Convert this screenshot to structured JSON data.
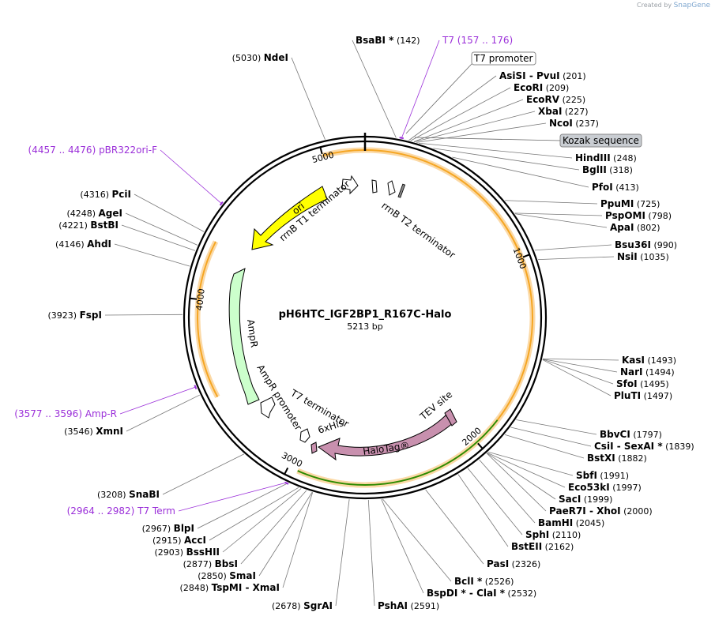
{
  "credit": {
    "prefix": "Created by",
    "brand": "SnapGene"
  },
  "plasmid": {
    "name": "pH6HTC_IGF2BP1_R167C-Halo",
    "length_label": "5213 bp",
    "length": 5213
  },
  "ticks": [
    {
      "label": "1000",
      "pos": 1000
    },
    {
      "label": "2000",
      "pos": 2000
    },
    {
      "label": "3000",
      "pos": 3000
    },
    {
      "label": "4000",
      "pos": 4000
    },
    {
      "label": "5000",
      "pos": 5000
    }
  ],
  "enzymes": [
    {
      "name": "NdeI",
      "pos": "(5030)",
      "bp": 5030
    },
    {
      "name": "BsaBI *",
      "pos": "(142)",
      "bp": 142
    },
    {
      "name": "AsiSI",
      "name2": "PvuI",
      "pos": "(201)",
      "bp": 201
    },
    {
      "name": "EcoRI",
      "pos": "(209)",
      "bp": 209
    },
    {
      "name": "EcoRV",
      "pos": "(225)",
      "bp": 225
    },
    {
      "name": "XbaI",
      "pos": "(227)",
      "bp": 227
    },
    {
      "name": "NcoI",
      "pos": "(237)",
      "bp": 237
    },
    {
      "name": "HindIII",
      "pos": "(248)",
      "bp": 248
    },
    {
      "name": "BglII",
      "pos": "(318)",
      "bp": 318
    },
    {
      "name": "PfoI",
      "pos": "(413)",
      "bp": 413
    },
    {
      "name": "PpuMI",
      "pos": "(725)",
      "bp": 725
    },
    {
      "name": "PspOMI",
      "pos": "(798)",
      "bp": 798
    },
    {
      "name": "ApaI",
      "pos": "(802)",
      "bp": 802
    },
    {
      "name": "Bsu36I",
      "pos": "(990)",
      "bp": 990
    },
    {
      "name": "NsiI",
      "pos": "(1035)",
      "bp": 1035
    },
    {
      "name": "KasI",
      "pos": "(1493)",
      "bp": 1493
    },
    {
      "name": "NarI",
      "pos": "(1494)",
      "bp": 1494
    },
    {
      "name": "SfoI",
      "pos": "(1495)",
      "bp": 1495
    },
    {
      "name": "PluTI",
      "pos": "(1497)",
      "bp": 1497
    },
    {
      "name": "BbvCI",
      "pos": "(1797)",
      "bp": 1797
    },
    {
      "name": "CsiI",
      "name2": "SexAI *",
      "pos": "(1839)",
      "bp": 1839
    },
    {
      "name": "BstXI",
      "pos": "(1882)",
      "bp": 1882
    },
    {
      "name": "SbfI",
      "pos": "(1991)",
      "bp": 1991
    },
    {
      "name": "Eco53kI",
      "pos": "(1997)",
      "bp": 1997
    },
    {
      "name": "SacI",
      "pos": "(1999)",
      "bp": 1999
    },
    {
      "name": "PaeR7I",
      "name2": "XhoI",
      "pos": "(2000)",
      "bp": 2000
    },
    {
      "name": "BamHI",
      "pos": "(2045)",
      "bp": 2045
    },
    {
      "name": "SphI",
      "pos": "(2110)",
      "bp": 2110
    },
    {
      "name": "BstEII",
      "pos": "(2162)",
      "bp": 2162
    },
    {
      "name": "PasI",
      "pos": "(2326)",
      "bp": 2326
    },
    {
      "name": "BclI *",
      "pos": "(2526)",
      "bp": 2526
    },
    {
      "name": "BspDI *",
      "name2": "ClaI *",
      "pos": "(2532)",
      "bp": 2532
    },
    {
      "name": "PshAI",
      "pos": "(2591)",
      "bp": 2591
    },
    {
      "name": "SgrAI",
      "pos": "(2678)",
      "bp": 2678
    },
    {
      "name": "TspMI",
      "name2": "XmaI",
      "pos": "(2848)",
      "bp": 2848
    },
    {
      "name": "SmaI",
      "pos": "(2850)",
      "bp": 2850
    },
    {
      "name": "BbsI",
      "pos": "(2877)",
      "bp": 2877
    },
    {
      "name": "BssHII",
      "pos": "(2903)",
      "bp": 2903
    },
    {
      "name": "AccI",
      "pos": "(2915)",
      "bp": 2915
    },
    {
      "name": "BlpI",
      "pos": "(2967)",
      "bp": 2967
    },
    {
      "name": "SnaBI",
      "pos": "(3208)",
      "bp": 3208
    },
    {
      "name": "XmnI",
      "pos": "(3546)",
      "bp": 3546
    },
    {
      "name": "FspI",
      "pos": "(3923)",
      "bp": 3923
    },
    {
      "name": "AhdI",
      "pos": "(4146)",
      "bp": 4146
    },
    {
      "name": "BstBI",
      "pos": "(4221)",
      "bp": 4221
    },
    {
      "name": "AgeI",
      "pos": "(4248)",
      "bp": 4248
    },
    {
      "name": "PciI",
      "pos": "(4316)",
      "bp": 4316
    }
  ],
  "primers": [
    {
      "name": "T7",
      "range": "(157 .. 176)",
      "start": 157,
      "end": 176
    },
    {
      "name": "pBR322ori-F",
      "range": "(4457 .. 4476)",
      "start": 4457,
      "end": 4476
    },
    {
      "name": "Amp-R",
      "range": "(3577 .. 3596)",
      "start": 3577,
      "end": 3596
    },
    {
      "name": "T7 Term",
      "range": "(2964 .. 2982)",
      "start": 2964,
      "end": 2982
    }
  ],
  "callouts": [
    {
      "label": "T7 promoter",
      "style": "white"
    },
    {
      "label": "Kozak sequence",
      "style": "gray"
    }
  ],
  "features": [
    {
      "label": "ori",
      "color": "#ffff00"
    },
    {
      "label": "rrnB T1 terminator",
      "color": "#ffffff"
    },
    {
      "label": "rrnB T2 terminator",
      "color": "#ffffff"
    },
    {
      "label": "AmpR",
      "color": "#ccffcc"
    },
    {
      "label": "AmpR promoter",
      "color": "#ffffff"
    },
    {
      "label": "T7 terminator",
      "color": "#ffffff"
    },
    {
      "label": "6xHis",
      "color": "#ffffff"
    },
    {
      "label": "HaloTag®",
      "color": "#c890ae"
    },
    {
      "label": "TEV site",
      "color": "#c890ae"
    }
  ],
  "orfs": [
    {
      "start": 5000,
      "end": 350,
      "color": "#f5a623"
    },
    {
      "start": 350,
      "end": 2950,
      "color": "#f5a623"
    },
    {
      "start": 3500,
      "end": 4300,
      "color": "#f5a623"
    },
    {
      "start": 1850,
      "end": 2950,
      "color": "#2e8b00"
    }
  ]
}
